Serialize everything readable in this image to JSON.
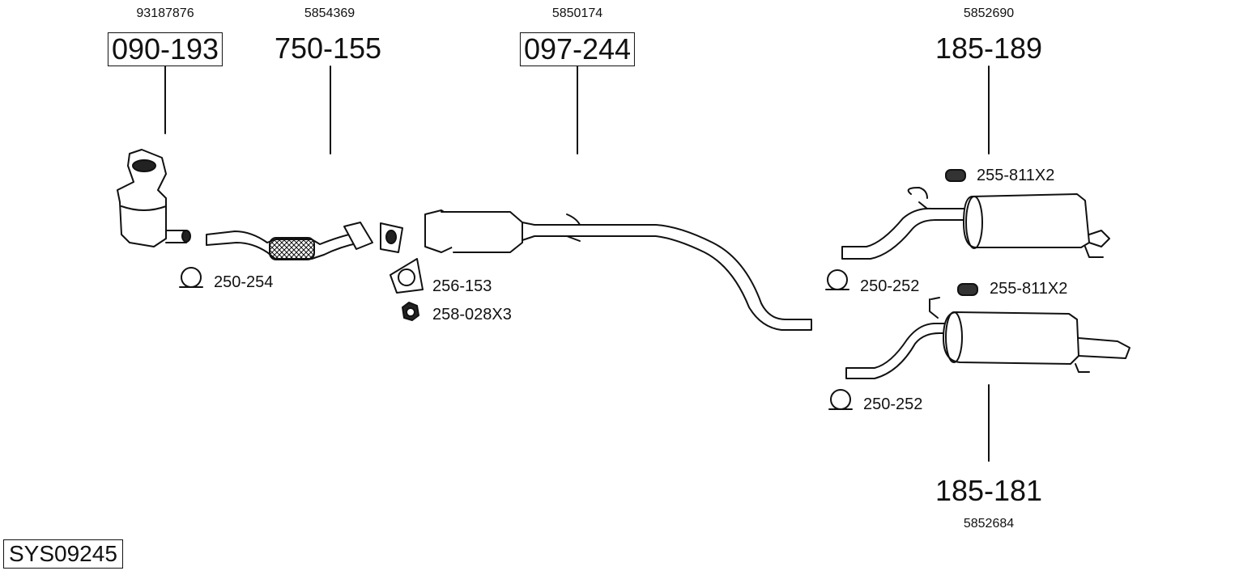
{
  "system_code": "SYS09245",
  "parts": [
    {
      "oem": "93187876",
      "code": "090-193",
      "boxed": true
    },
    {
      "oem": "5854369",
      "code": "750-155",
      "boxed": false
    },
    {
      "oem": "5850174",
      "code": "097-244",
      "boxed": true
    },
    {
      "oem": "5852690",
      "code": "185-189",
      "boxed": false
    },
    {
      "oem": "5852684",
      "code": "185-181",
      "boxed": false
    }
  ],
  "accessories": [
    {
      "code": "250-254",
      "icon": "clamp-icon"
    },
    {
      "code": "256-153",
      "icon": "gasket-icon"
    },
    {
      "code": "258-028X3",
      "icon": "nut-icon"
    },
    {
      "code": "255-811X2",
      "icon": "rubber-hanger-icon"
    },
    {
      "code": "250-252",
      "icon": "clamp-icon"
    },
    {
      "code": "255-811X2",
      "icon": "rubber-hanger-icon"
    },
    {
      "code": "250-252",
      "icon": "clamp-icon"
    }
  ]
}
